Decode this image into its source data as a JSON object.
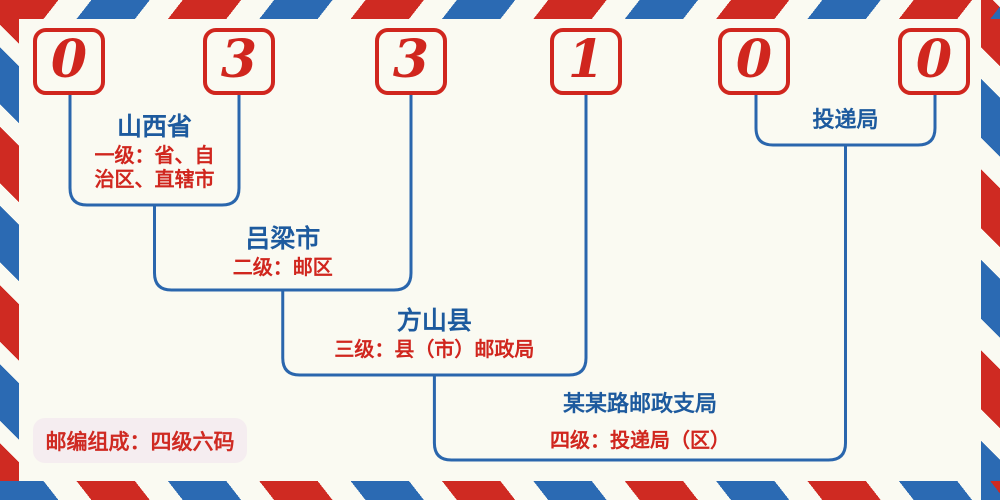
{
  "postal_code": {
    "digits": [
      "0",
      "3",
      "3",
      "1",
      "0",
      "0"
    ]
  },
  "levels": [
    {
      "name": "山西省",
      "desc_lines": [
        "一级：省、自",
        "治区、直辖市"
      ]
    },
    {
      "name": "吕梁市",
      "desc_lines": [
        "二级：邮区"
      ]
    },
    {
      "name": "方山县",
      "desc_lines": [
        "三级：县（市）邮政局"
      ]
    },
    {
      "name": "某某路邮政支局",
      "desc_lines": [
        "四级：投递局（区）"
      ]
    },
    {
      "name": "投递局",
      "desc_lines": []
    }
  ],
  "footer": {
    "label": "邮编组成：四级六码"
  },
  "colors": {
    "red": "#d0261e",
    "blue": "#2a66ad",
    "blueText": "#1d5a9e",
    "bg": "#fafaf2",
    "labelBg": "#f5edf0",
    "stripeRed": "#cf2a22",
    "stripeBlue": "#2b6ab3"
  }
}
